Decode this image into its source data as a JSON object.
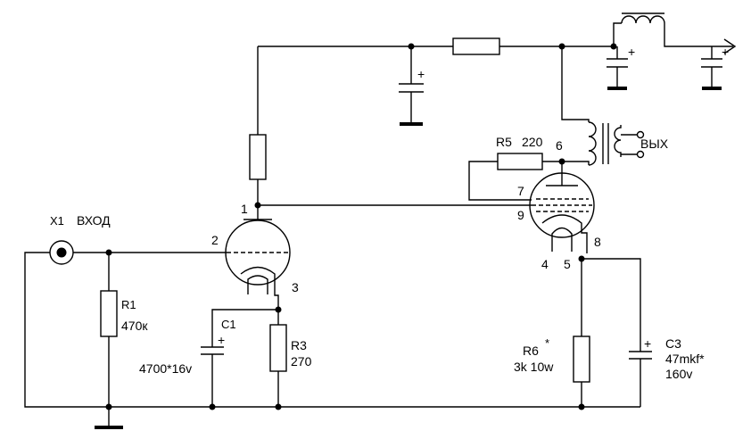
{
  "input": {
    "designator": "X1",
    "label": "ВХОД"
  },
  "output": {
    "label": "ВЫХ"
  },
  "components": {
    "r1": {
      "designator": "R1",
      "value": "470к"
    },
    "r3": {
      "designator": "R3",
      "value": "270"
    },
    "r5": {
      "designator": "R5",
      "value": "220"
    },
    "r6": {
      "designator": "R6",
      "mark": "*",
      "value": "3k  10w"
    },
    "c1": {
      "designator": "C1",
      "value": "4700*16v"
    },
    "c3": {
      "designator": "C3",
      "value": "47mkf*",
      "voltage": "160v"
    }
  },
  "pins": {
    "p1": "1",
    "p2": "2",
    "p3": "3",
    "p4": "4",
    "p5": "5",
    "p6": "6",
    "p7": "7",
    "p8": "8",
    "p9": "9"
  },
  "polarity": "+"
}
